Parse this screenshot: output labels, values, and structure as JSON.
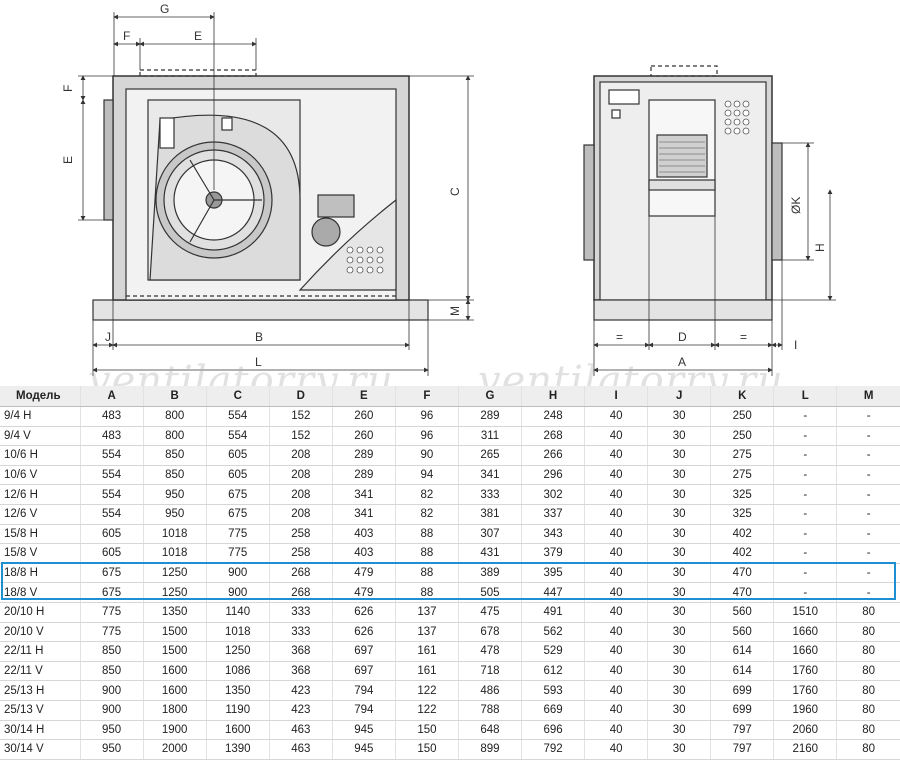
{
  "watermark": "ventilatorry.ru",
  "dimension_labels": {
    "G": "G",
    "E": "E",
    "F": "F",
    "C": "C",
    "M": "M",
    "J": "J",
    "B": "B",
    "L": "L",
    "K": "ØK",
    "H": "H",
    "A": "A",
    "D": "D",
    "I": "I",
    "eq": "="
  },
  "table": {
    "headers": [
      "Модель",
      "A",
      "B",
      "C",
      "D",
      "E",
      "F",
      "G",
      "H",
      "I",
      "J",
      "K",
      "L",
      "M"
    ],
    "rows": [
      [
        "9/4 H",
        "483",
        "800",
        "554",
        "152",
        "260",
        "96",
        "289",
        "248",
        "40",
        "30",
        "250",
        "-",
        "-"
      ],
      [
        "9/4 V",
        "483",
        "800",
        "554",
        "152",
        "260",
        "96",
        "311",
        "268",
        "40",
        "30",
        "250",
        "-",
        "-"
      ],
      [
        "10/6 H",
        "554",
        "850",
        "605",
        "208",
        "289",
        "90",
        "265",
        "266",
        "40",
        "30",
        "275",
        "-",
        "-"
      ],
      [
        "10/6 V",
        "554",
        "850",
        "605",
        "208",
        "289",
        "94",
        "341",
        "296",
        "40",
        "30",
        "275",
        "-",
        "-"
      ],
      [
        "12/6 H",
        "554",
        "950",
        "675",
        "208",
        "341",
        "82",
        "333",
        "302",
        "40",
        "30",
        "325",
        "-",
        "-"
      ],
      [
        "12/6 V",
        "554",
        "950",
        "675",
        "208",
        "341",
        "82",
        "381",
        "337",
        "40",
        "30",
        "325",
        "-",
        "-"
      ],
      [
        "15/8 H",
        "605",
        "1018",
        "775",
        "258",
        "403",
        "88",
        "307",
        "343",
        "40",
        "30",
        "402",
        "-",
        "-"
      ],
      [
        "15/8 V",
        "605",
        "1018",
        "775",
        "258",
        "403",
        "88",
        "431",
        "379",
        "40",
        "30",
        "402",
        "-",
        "-"
      ],
      [
        "18/8 H",
        "675",
        "1250",
        "900",
        "268",
        "479",
        "88",
        "389",
        "395",
        "40",
        "30",
        "470",
        "-",
        "-"
      ],
      [
        "18/8 V",
        "675",
        "1250",
        "900",
        "268",
        "479",
        "88",
        "505",
        "447",
        "40",
        "30",
        "470",
        "-",
        "-"
      ],
      [
        "20/10 H",
        "775",
        "1350",
        "1140",
        "333",
        "626",
        "137",
        "475",
        "491",
        "40",
        "30",
        "560",
        "1510",
        "80"
      ],
      [
        "20/10 V",
        "775",
        "1500",
        "1018",
        "333",
        "626",
        "137",
        "678",
        "562",
        "40",
        "30",
        "560",
        "1660",
        "80"
      ],
      [
        "22/11 H",
        "850",
        "1500",
        "1250",
        "368",
        "697",
        "161",
        "478",
        "529",
        "40",
        "30",
        "614",
        "1660",
        "80"
      ],
      [
        "22/11 V",
        "850",
        "1600",
        "1086",
        "368",
        "697",
        "161",
        "718",
        "612",
        "40",
        "30",
        "614",
        "1760",
        "80"
      ],
      [
        "25/13 H",
        "900",
        "1600",
        "1350",
        "423",
        "794",
        "122",
        "486",
        "593",
        "40",
        "30",
        "699",
        "1760",
        "80"
      ],
      [
        "25/13 V",
        "900",
        "1800",
        "1190",
        "423",
        "794",
        "122",
        "788",
        "669",
        "40",
        "30",
        "699",
        "1960",
        "80"
      ],
      [
        "30/14 H",
        "950",
        "1900",
        "1600",
        "463",
        "945",
        "150",
        "648",
        "696",
        "40",
        "30",
        "797",
        "2060",
        "80"
      ],
      [
        "30/14 V",
        "950",
        "2000",
        "1390",
        "463",
        "945",
        "150",
        "899",
        "792",
        "40",
        "30",
        "797",
        "2160",
        "80"
      ]
    ],
    "highlighted_models": [
      "18/8 H",
      "18/8 V"
    ],
    "highlight_color": "#1e8fd0"
  }
}
